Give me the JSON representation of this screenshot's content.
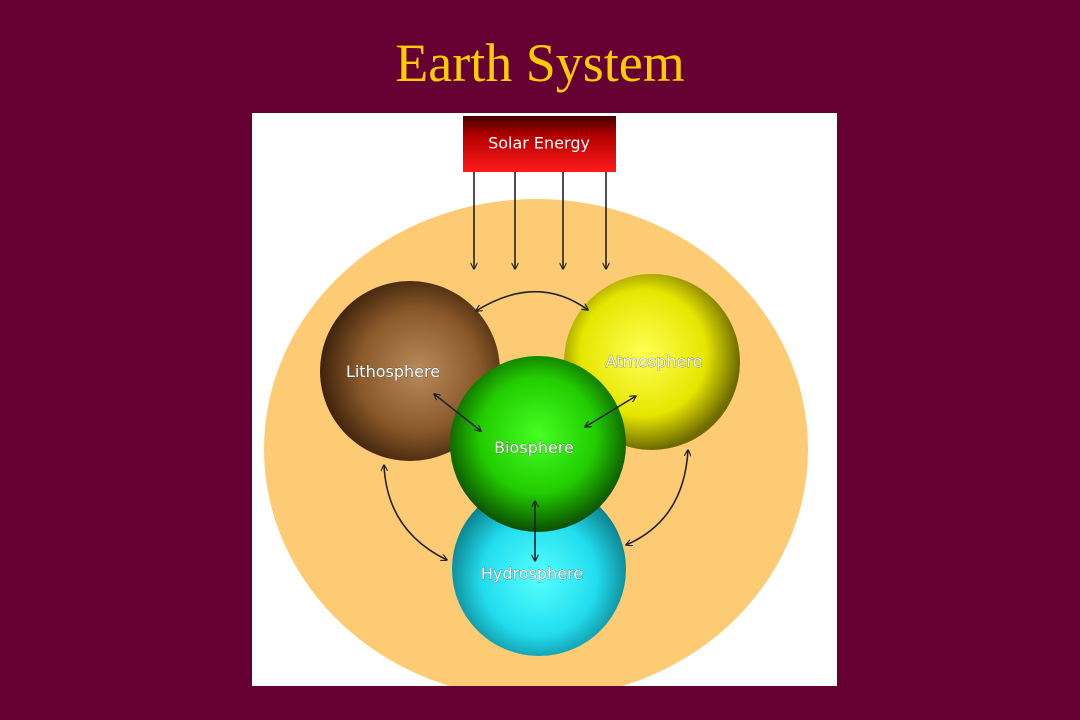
{
  "slide": {
    "title": "Earth System",
    "title_color": "#FFCC00",
    "background_color": "#660033"
  },
  "diagram": {
    "source": {
      "label": "Solar Energy",
      "color": "#CC0000"
    },
    "earth_color": "#FDCB74",
    "spheres": {
      "lithosphere": {
        "label": "Lithosphere",
        "color": "#8B5A2B"
      },
      "atmosphere": {
        "label": "Atmosphere",
        "color": "#E6E600"
      },
      "biosphere": {
        "label": "Biosphere",
        "color": "#22CC00"
      },
      "hydrosphere": {
        "label": "Hydrosphere",
        "color": "#22DDEE"
      }
    }
  }
}
